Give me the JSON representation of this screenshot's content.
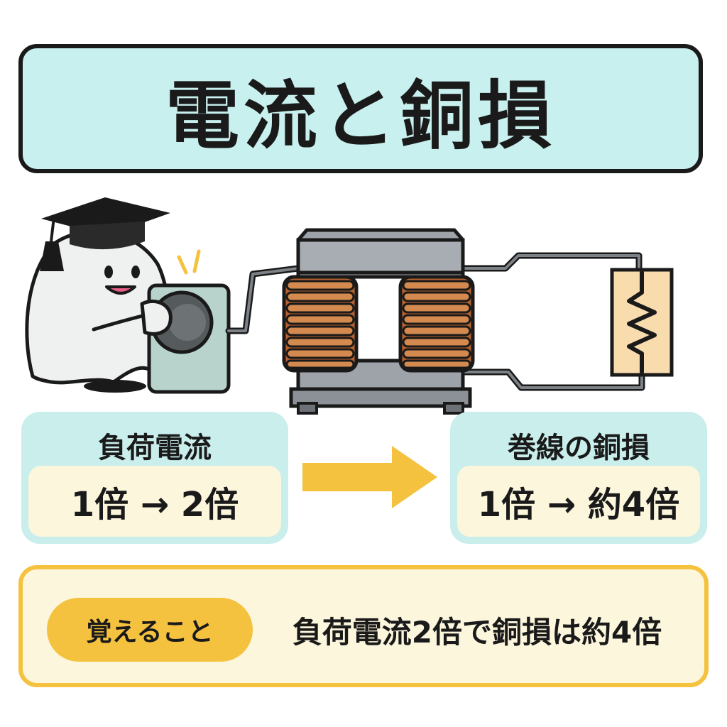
{
  "title": "電流と銅損",
  "load_current": {
    "label": "負荷電流",
    "change": "1倍 → 2倍"
  },
  "copper_loss": {
    "label": "巻線の銅損",
    "change": "1倍 → 約4倍"
  },
  "memo": {
    "tag": "覚えること",
    "text": "負荷電流2倍で銅損は約4倍"
  },
  "colors": {
    "title_bg": "#c8f0ee",
    "panel_bg": "#c9eeec",
    "inner_bg": "#fcf6dc",
    "accent_yellow": "#f5c23f",
    "coil_copper": "#c8703a",
    "core_gray": "#9ea3aa",
    "resistor_bg": "#f8dcae"
  },
  "icons": [
    "ghost-professor-icon",
    "graduation-cap-icon",
    "dial-knob-icon",
    "transformer-core-icon",
    "copper-coil-icon",
    "resistor-icon",
    "right-arrow-icon"
  ]
}
